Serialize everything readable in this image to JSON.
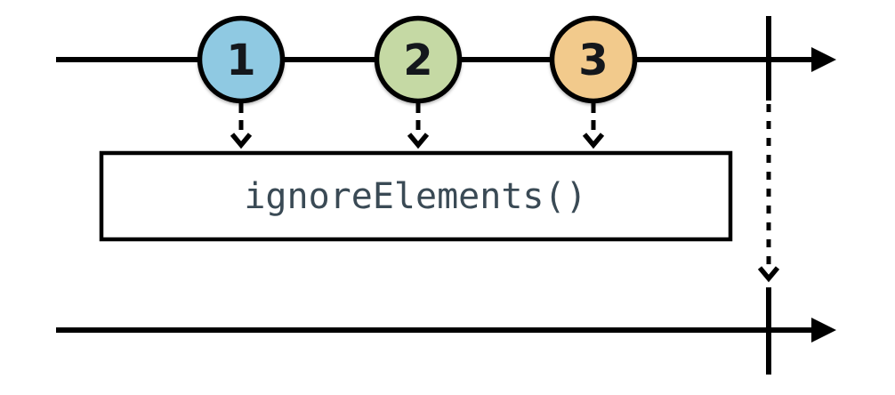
{
  "diagram": {
    "title": "ignoreElements() marble diagram",
    "source_stream": {
      "name": "source-observable-timeline",
      "marbles": [
        {
          "label": "1",
          "color": "#8fc9e2"
        },
        {
          "label": "2",
          "color": "#c5d9a4"
        },
        {
          "label": "3",
          "color": "#f2ca8c"
        }
      ],
      "completed": true
    },
    "operator": {
      "label": "ignoreElements()",
      "text_color": "#3a4a55"
    },
    "output_stream": {
      "name": "output-observable-timeline",
      "marbles": [],
      "completed": true
    }
  }
}
